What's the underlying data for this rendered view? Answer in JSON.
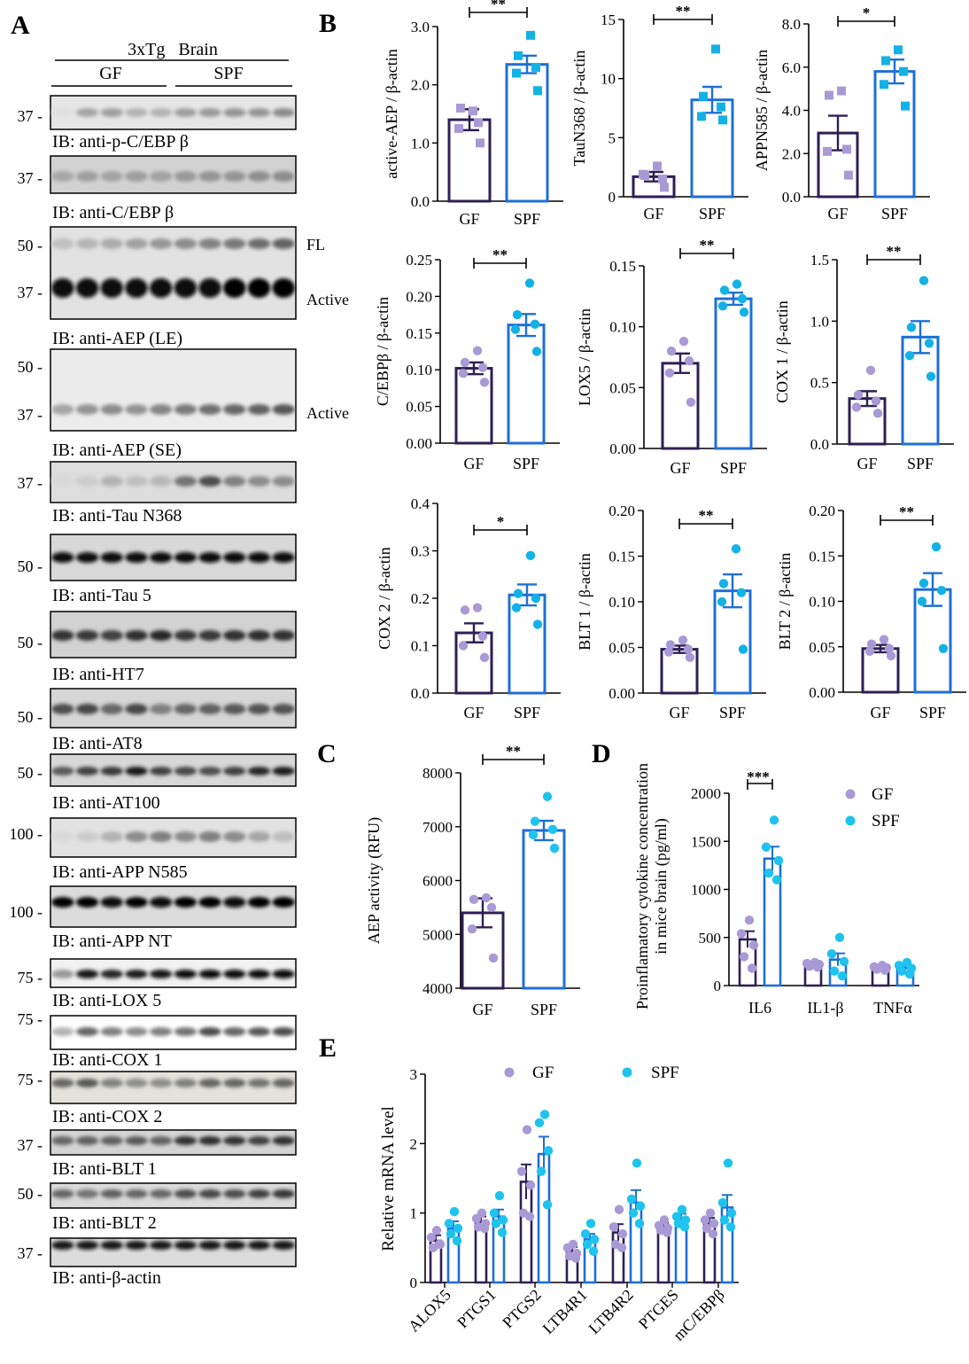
{
  "panel_labels": {
    "a": "A",
    "b": "B",
    "c": "C",
    "d": "D",
    "e": "E"
  },
  "colors": {
    "gf_bar": "#2e1f55",
    "gf_dot": "#a99ad6",
    "spf_bar": "#1f6fd6",
    "spf_dot_b": "#13b2e6",
    "spf_dot": "#1ec3ee"
  },
  "blots": {
    "header_title": "3xTg   Brain",
    "group_gf": "GF",
    "group_spf": "SPF",
    "rows": [
      {
        "markers": [
          "37 -"
        ],
        "label": "IB: anti-p-C/EBP β",
        "right_tags": [],
        "intensity": [
          0.12,
          0.35,
          0.38,
          0.3,
          0.3,
          0.38,
          0.4,
          0.42,
          0.42,
          0.45
        ]
      },
      {
        "markers": [
          "37 -"
        ],
        "label": "IB: anti-C/EBP β",
        "right_tags": [],
        "intensity": [
          0.35,
          0.38,
          0.36,
          0.38,
          0.37,
          0.4,
          0.42,
          0.42,
          0.44,
          0.45
        ]
      },
      {
        "markers": [
          "50 -",
          "37 -"
        ],
        "label": "IB: anti-AEP (LE)",
        "right_tags": [
          "FL",
          "Active"
        ],
        "intensity": [
          0.95,
          0.95,
          0.95,
          0.96,
          0.96,
          0.97,
          0.97,
          0.98,
          0.98,
          0.98
        ]
      },
      {
        "markers": [
          "50 -",
          "37 -"
        ],
        "label": "IB: anti-AEP (SE)",
        "right_tags": [
          "Active"
        ],
        "intensity": [
          0.35,
          0.42,
          0.45,
          0.42,
          0.48,
          0.52,
          0.56,
          0.6,
          0.62,
          0.66
        ]
      },
      {
        "markers": [
          "37 -"
        ],
        "label": "IB: anti-Tau N368",
        "right_tags": [],
        "intensity": [
          0.15,
          0.2,
          0.3,
          0.25,
          0.28,
          0.55,
          0.7,
          0.5,
          0.45,
          0.45
        ]
      },
      {
        "markers": [
          "50 -"
        ],
        "label": "IB: anti-Tau 5",
        "right_tags": [],
        "intensity": [
          0.97,
          0.97,
          0.96,
          0.97,
          0.96,
          0.96,
          0.95,
          0.96,
          0.96,
          0.96
        ]
      },
      {
        "markers": [
          "50 -"
        ],
        "label": "IB: anti-HT7",
        "right_tags": [],
        "intensity": [
          0.8,
          0.78,
          0.75,
          0.82,
          0.85,
          0.78,
          0.78,
          0.8,
          0.82,
          0.8
        ]
      },
      {
        "markers": [
          "50 -"
        ],
        "label": "IB: anti-AT8",
        "right_tags": [],
        "intensity": [
          0.7,
          0.72,
          0.6,
          0.72,
          0.5,
          0.6,
          0.62,
          0.65,
          0.68,
          0.68
        ]
      },
      {
        "markers": [
          "50 -"
        ],
        "label": "IB: anti-AT100",
        "right_tags": [],
        "intensity": [
          0.65,
          0.75,
          0.78,
          0.9,
          0.75,
          0.72,
          0.7,
          0.75,
          0.85,
          0.88
        ]
      },
      {
        "markers": [
          "100 -"
        ],
        "label": "IB: anti-APP N585",
        "right_tags": [],
        "intensity": [
          0.15,
          0.2,
          0.3,
          0.45,
          0.5,
          0.45,
          0.5,
          0.45,
          0.35,
          0.25
        ]
      },
      {
        "markers": [
          "100 -"
        ],
        "label": "IB: anti-APP NT",
        "right_tags": [],
        "intensity": [
          0.98,
          0.98,
          0.97,
          0.98,
          0.97,
          0.98,
          0.98,
          0.97,
          0.98,
          0.98
        ]
      },
      {
        "markers": [
          "75 -"
        ],
        "label": "IB: anti-LOX 5",
        "right_tags": [],
        "intensity": [
          0.4,
          0.9,
          0.85,
          0.88,
          0.9,
          0.95,
          0.96,
          0.97,
          0.96,
          0.97
        ]
      },
      {
        "markers": [
          "75 -"
        ],
        "label": "IB: anti-COX 1",
        "right_tags": [],
        "intensity": [
          0.3,
          0.6,
          0.5,
          0.45,
          0.5,
          0.55,
          0.7,
          0.6,
          0.65,
          0.7
        ]
      },
      {
        "markers": [
          "75 -"
        ],
        "label": "IB: anti-COX 2",
        "right_tags": [],
        "intensity": [
          0.6,
          0.65,
          0.5,
          0.45,
          0.45,
          0.5,
          0.6,
          0.6,
          0.55,
          0.6
        ]
      },
      {
        "markers": [
          "37 -"
        ],
        "label": "IB: anti-BLT 1",
        "right_tags": [],
        "intensity": [
          0.6,
          0.62,
          0.62,
          0.65,
          0.62,
          0.8,
          0.82,
          0.8,
          0.75,
          0.8
        ]
      },
      {
        "markers": [
          "50 -"
        ],
        "label": "IB: anti-BLT 2",
        "right_tags": [],
        "intensity": [
          0.6,
          0.55,
          0.62,
          0.6,
          0.6,
          0.7,
          0.72,
          0.7,
          0.75,
          0.78
        ]
      },
      {
        "markers": [
          "37 -"
        ],
        "label": "IB: anti-β-actin",
        "right_tags": [],
        "intensity": [
          0.92,
          0.9,
          0.92,
          0.93,
          0.92,
          0.92,
          0.93,
          0.92,
          0.93,
          0.93
        ]
      }
    ]
  },
  "chart_data": [
    {
      "id": "B1",
      "type": "bar",
      "categories": [
        "GF",
        "SPF"
      ],
      "ylabel": "active-AEP / β-actin",
      "ylim": [
        0,
        3.0
      ],
      "yticks": [
        "0.0",
        "1.0",
        "2.0",
        "3.0"
      ],
      "means": [
        1.4,
        2.35
      ],
      "sem": [
        0.18,
        0.15
      ],
      "points": [
        [
          1.55,
          1.6,
          1.35,
          1.25,
          1.0
        ],
        [
          2.85,
          2.5,
          2.3,
          2.2,
          1.9
        ]
      ],
      "marker": "square",
      "sig": "**"
    },
    {
      "id": "B2",
      "type": "bar",
      "categories": [
        "GF",
        "SPF"
      ],
      "ylabel": "TauN368 / β-actin",
      "ylim": [
        0,
        15
      ],
      "yticks": [
        "0",
        "5",
        "10",
        "15"
      ],
      "means": [
        1.7,
        8.2
      ],
      "sem": [
        0.4,
        1.1
      ],
      "points": [
        [
          2.6,
          1.8,
          1.5,
          1.9,
          0.8
        ],
        [
          12.5,
          8.5,
          7.6,
          6.8,
          6.5
        ]
      ],
      "marker": "square",
      "sig": "**"
    },
    {
      "id": "B3",
      "type": "bar",
      "categories": [
        "GF",
        "SPF"
      ],
      "ylabel": "APPN585 / β-actin",
      "ylim": [
        0,
        8.0
      ],
      "yticks": [
        "0.0",
        "2.0",
        "4.0",
        "6.0",
        "8.0"
      ],
      "means": [
        2.95,
        5.8
      ],
      "sem": [
        0.8,
        0.55
      ],
      "points": [
        [
          4.9,
          4.7,
          2.2,
          2.1,
          1.0
        ],
        [
          6.8,
          6.3,
          5.8,
          5.2,
          4.2
        ]
      ],
      "marker": "square",
      "sig": "*"
    },
    {
      "id": "B4",
      "type": "bar",
      "categories": [
        "GF",
        "SPF"
      ],
      "ylabel": "C/EBPβ / β-actin",
      "ylim": [
        0,
        0.25
      ],
      "yticks": [
        "0.00",
        "0.05",
        "0.10",
        "0.15",
        "0.20",
        "0.25"
      ],
      "means": [
        0.102,
        0.161
      ],
      "sem": [
        0.008,
        0.015
      ],
      "points": [
        [
          0.126,
          0.11,
          0.103,
          0.095,
          0.083
        ],
        [
          0.218,
          0.175,
          0.162,
          0.155,
          0.125
        ]
      ],
      "marker": "circle",
      "sig": "**"
    },
    {
      "id": "B5",
      "type": "bar",
      "categories": [
        "GF",
        "SPF"
      ],
      "ylabel": "LOX5 / β-actin",
      "ylim": [
        0,
        0.15
      ],
      "yticks": [
        "0.00",
        "0.05",
        "0.10",
        "0.15"
      ],
      "means": [
        0.07,
        0.123
      ],
      "sem": [
        0.008,
        0.005
      ],
      "points": [
        [
          0.088,
          0.08,
          0.072,
          0.062,
          0.038
        ],
        [
          0.135,
          0.13,
          0.123,
          0.117,
          0.112
        ]
      ],
      "marker": "circle",
      "sig": "**"
    },
    {
      "id": "B6",
      "type": "bar",
      "categories": [
        "GF",
        "SPF"
      ],
      "ylabel": "COX 1 / β-actin",
      "ylim": [
        0,
        1.5
      ],
      "yticks": [
        "0.0",
        "0.5",
        "1.0",
        "1.5"
      ],
      "means": [
        0.37,
        0.87
      ],
      "sem": [
        0.06,
        0.13
      ],
      "points": [
        [
          0.6,
          0.4,
          0.35,
          0.3,
          0.25
        ],
        [
          1.33,
          0.95,
          0.82,
          0.72,
          0.55
        ]
      ],
      "marker": "circle",
      "sig": "**"
    },
    {
      "id": "B7",
      "type": "bar",
      "categories": [
        "GF",
        "SPF"
      ],
      "ylabel": "COX 2 / β-actin",
      "ylim": [
        0,
        0.4
      ],
      "yticks": [
        "0.0",
        "0.1",
        "0.2",
        "0.3",
        "0.4"
      ],
      "means": [
        0.127,
        0.207
      ],
      "sem": [
        0.02,
        0.022
      ],
      "points": [
        [
          0.18,
          0.175,
          0.12,
          0.1,
          0.075
        ],
        [
          0.29,
          0.21,
          0.2,
          0.18,
          0.145
        ]
      ],
      "marker": "circle",
      "sig": "*"
    },
    {
      "id": "B8",
      "type": "bar",
      "categories": [
        "GF",
        "SPF"
      ],
      "ylabel": "BLT 1 / β-actin",
      "ylim": [
        0,
        0.2
      ],
      "yticks": [
        "0.00",
        "0.05",
        "0.10",
        "0.15",
        "0.20"
      ],
      "means": [
        0.048,
        0.112
      ],
      "sem": [
        0.004,
        0.018
      ],
      "points": [
        [
          0.058,
          0.053,
          0.048,
          0.045,
          0.039
        ],
        [
          0.158,
          0.12,
          0.11,
          0.1,
          0.048
        ]
      ],
      "marker": "circle",
      "sig": "**"
    },
    {
      "id": "B9",
      "type": "bar",
      "categories": [
        "GF",
        "SPF"
      ],
      "ylabel": "BLT 2 / β-actin",
      "ylim": [
        0,
        0.2
      ],
      "yticks": [
        "0.00",
        "0.05",
        "0.10",
        "0.15",
        "0.20"
      ],
      "means": [
        0.048,
        0.113
      ],
      "sem": [
        0.004,
        0.018
      ],
      "points": [
        [
          0.058,
          0.053,
          0.048,
          0.045,
          0.04
        ],
        [
          0.16,
          0.12,
          0.112,
          0.1,
          0.048
        ]
      ],
      "marker": "circle",
      "sig": "**"
    },
    {
      "id": "C",
      "type": "bar",
      "categories": [
        "GF",
        "SPF"
      ],
      "ylabel": "AEP activity (RFU)",
      "ylim": [
        4000,
        8000
      ],
      "yticks": [
        "4000",
        "5000",
        "6000",
        "7000",
        "8000"
      ],
      "means": [
        5400,
        6930
      ],
      "sem": [
        270,
        180
      ],
      "points": [
        [
          5680,
          5650,
          5500,
          5100,
          4560
        ],
        [
          7560,
          7100,
          6950,
          6850,
          6600
        ]
      ],
      "marker": "circle",
      "sig": "**"
    },
    {
      "id": "D",
      "type": "bar",
      "categories": [
        "IL6",
        "IL1-β",
        "TNFα"
      ],
      "series": [
        {
          "name": "GF",
          "values": [
            480,
            215,
            185
          ],
          "sem": [
            85,
            22,
            18
          ],
          "points": [
            [
              680,
              540,
              420,
              300,
              180
            ],
            [
              240,
              230,
              220,
              200,
              190
            ],
            [
              210,
              195,
              185,
              170,
              160
            ]
          ]
        },
        {
          "name": "SPF",
          "values": [
            1320,
            270,
            180
          ],
          "sem": [
            125,
            65,
            25
          ],
          "points": [
            [
              1720,
              1440,
              1300,
              1170,
              1100
            ],
            [
              500,
              330,
              250,
              150,
              100
            ],
            [
              240,
              210,
              180,
              150,
              120
            ]
          ]
        }
      ],
      "ylabel_lines": [
        "Proinflamatory cytokine concentration",
        "in mice brain (pg/ml)"
      ],
      "ylim": [
        0,
        2000
      ],
      "yticks": [
        "0",
        "500",
        "1000",
        "1500",
        "2000"
      ],
      "sig": "***",
      "legend": "top-right"
    },
    {
      "id": "E",
      "type": "bar",
      "categories": [
        "ALOX5",
        "PTGS1",
        "PTGS2",
        "LTB4R1",
        "LTB4R2",
        "PTGES",
        "mC/EBPβ"
      ],
      "series": [
        {
          "name": "GF",
          "values": [
            0.6,
            0.88,
            1.45,
            0.45,
            0.72,
            0.8,
            0.85
          ],
          "sem": [
            0.08,
            0.07,
            0.25,
            0.06,
            0.12,
            0.06,
            0.08
          ],
          "points": [
            [
              0.75,
              0.65,
              0.55,
              0.5,
              0.55
            ],
            [
              1.0,
              0.92,
              0.85,
              0.8,
              0.78
            ],
            [
              2.2,
              1.6,
              1.4,
              1.0,
              0.95
            ],
            [
              0.55,
              0.5,
              0.42,
              0.38,
              0.35
            ],
            [
              1.05,
              0.8,
              0.7,
              0.55,
              0.5
            ],
            [
              0.9,
              0.82,
              0.78,
              0.75,
              0.72
            ],
            [
              1.0,
              0.9,
              0.85,
              0.78,
              0.7
            ]
          ]
        },
        {
          "name": "SPF",
          "values": [
            0.78,
            0.95,
            1.85,
            0.62,
            1.15,
            0.92,
            1.08
          ],
          "sem": [
            0.1,
            0.1,
            0.25,
            0.08,
            0.18,
            0.07,
            0.18
          ],
          "points": [
            [
              1.02,
              0.85,
              0.78,
              0.7,
              0.6
            ],
            [
              1.25,
              1.0,
              0.9,
              0.85,
              0.72
            ],
            [
              2.42,
              2.3,
              1.9,
              1.6,
              1.12
            ],
            [
              0.85,
              0.7,
              0.62,
              0.55,
              0.45
            ],
            [
              1.72,
              1.2,
              1.1,
              1.0,
              0.85
            ],
            [
              1.05,
              0.95,
              0.9,
              0.85,
              0.8
            ],
            [
              1.72,
              1.15,
              1.0,
              0.9,
              0.8
            ]
          ]
        }
      ],
      "ylabel": "Relative mRNA level",
      "ylim": [
        0,
        3
      ],
      "yticks": [
        "0",
        "1",
        "2",
        "3"
      ],
      "legend": "top"
    }
  ]
}
